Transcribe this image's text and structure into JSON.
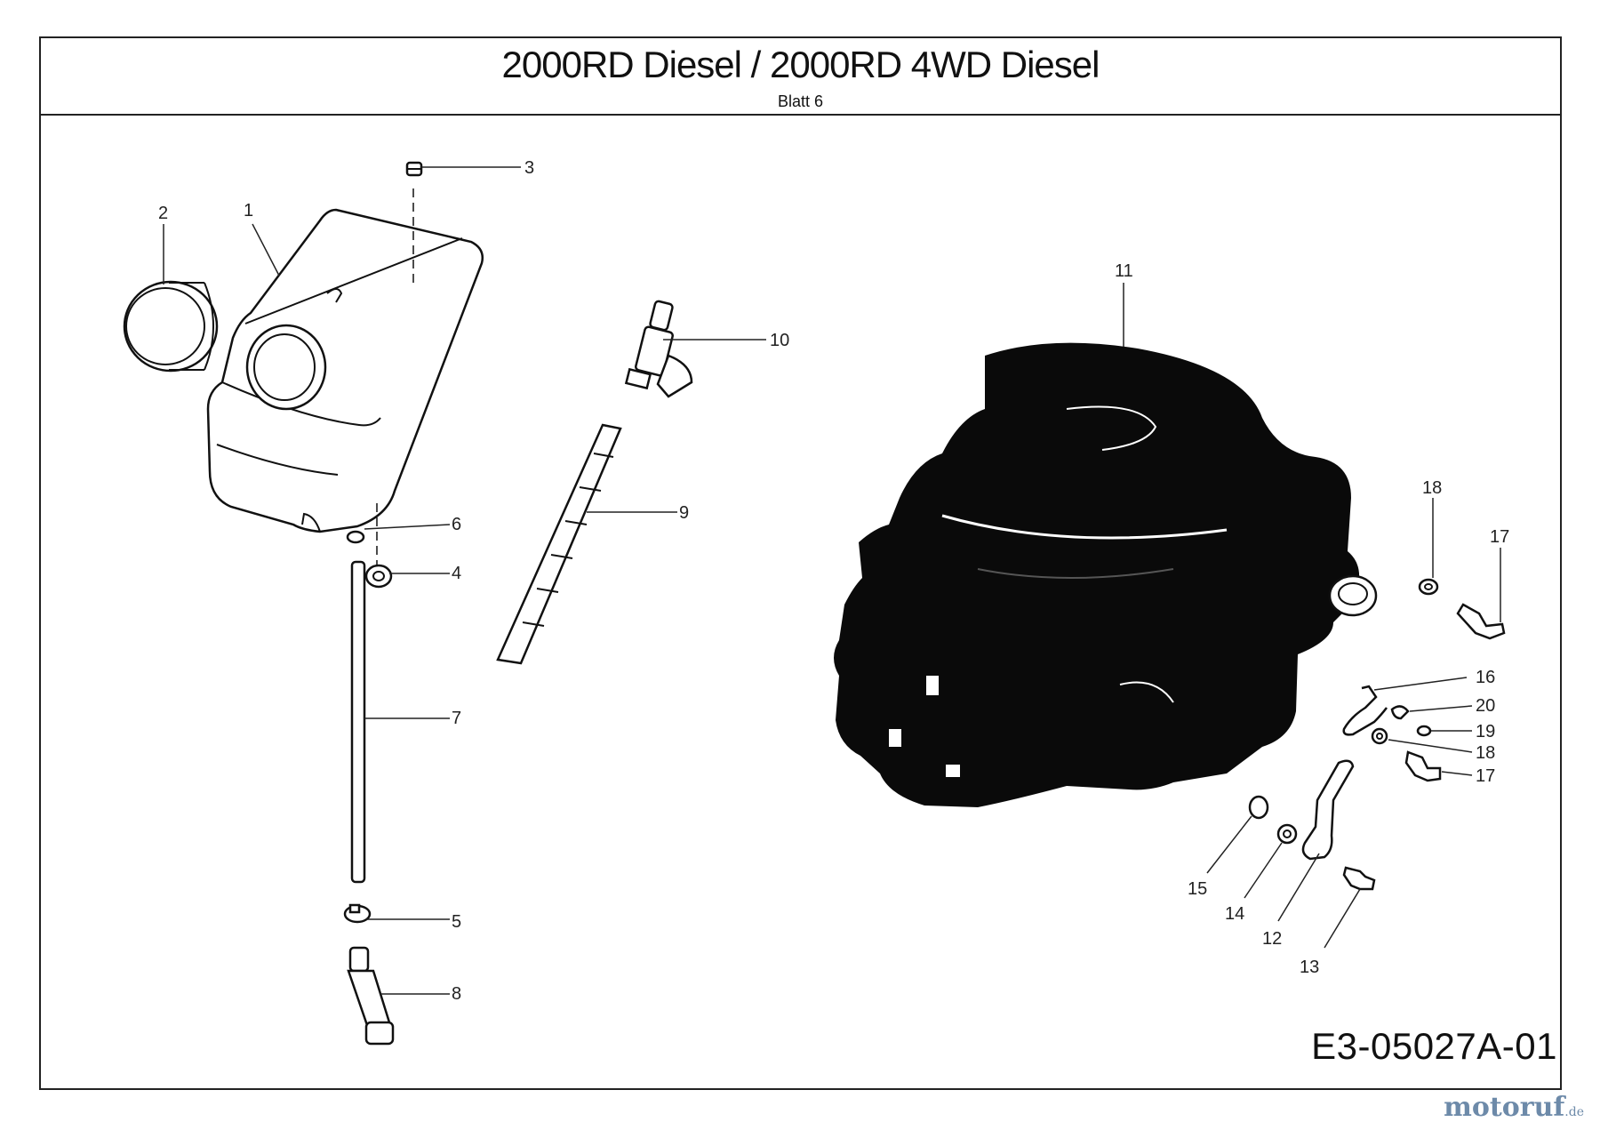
{
  "header": {
    "title": "2000RD Diesel  /  2000RD 4WD Diesel",
    "subtitle": "Blatt 6"
  },
  "callouts": {
    "c1": "1",
    "c2": "2",
    "c3": "3",
    "c4": "4",
    "c5": "5",
    "c6": "6",
    "c7": "7",
    "c8": "8",
    "c9": "9",
    "c10": "10",
    "c11": "11",
    "c12": "12",
    "c13": "13",
    "c14": "14",
    "c15": "15",
    "c16": "16",
    "c17a": "17",
    "c17b": "17",
    "c18a": "18",
    "c18b": "18",
    "c19": "19",
    "c20": "20"
  },
  "footer": {
    "drawing_code": "E3-05027A-01",
    "brand": "motoruf",
    "brand_suffix": ".de"
  }
}
